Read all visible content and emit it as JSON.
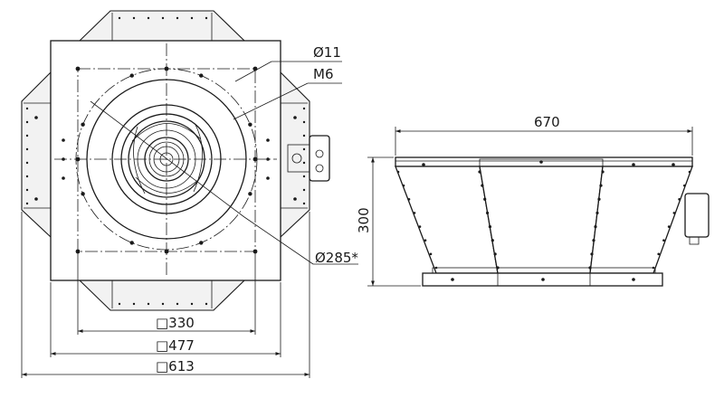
{
  "drawing": {
    "front_view": {
      "hole_callout": "Ø11",
      "thread_callout": "M6",
      "impeller_diameter": "Ø285*",
      "flange_inner": "□330",
      "flange_mid": "□477",
      "flange_outer": "□613"
    },
    "side_view": {
      "width": "670",
      "height": "300"
    }
  }
}
